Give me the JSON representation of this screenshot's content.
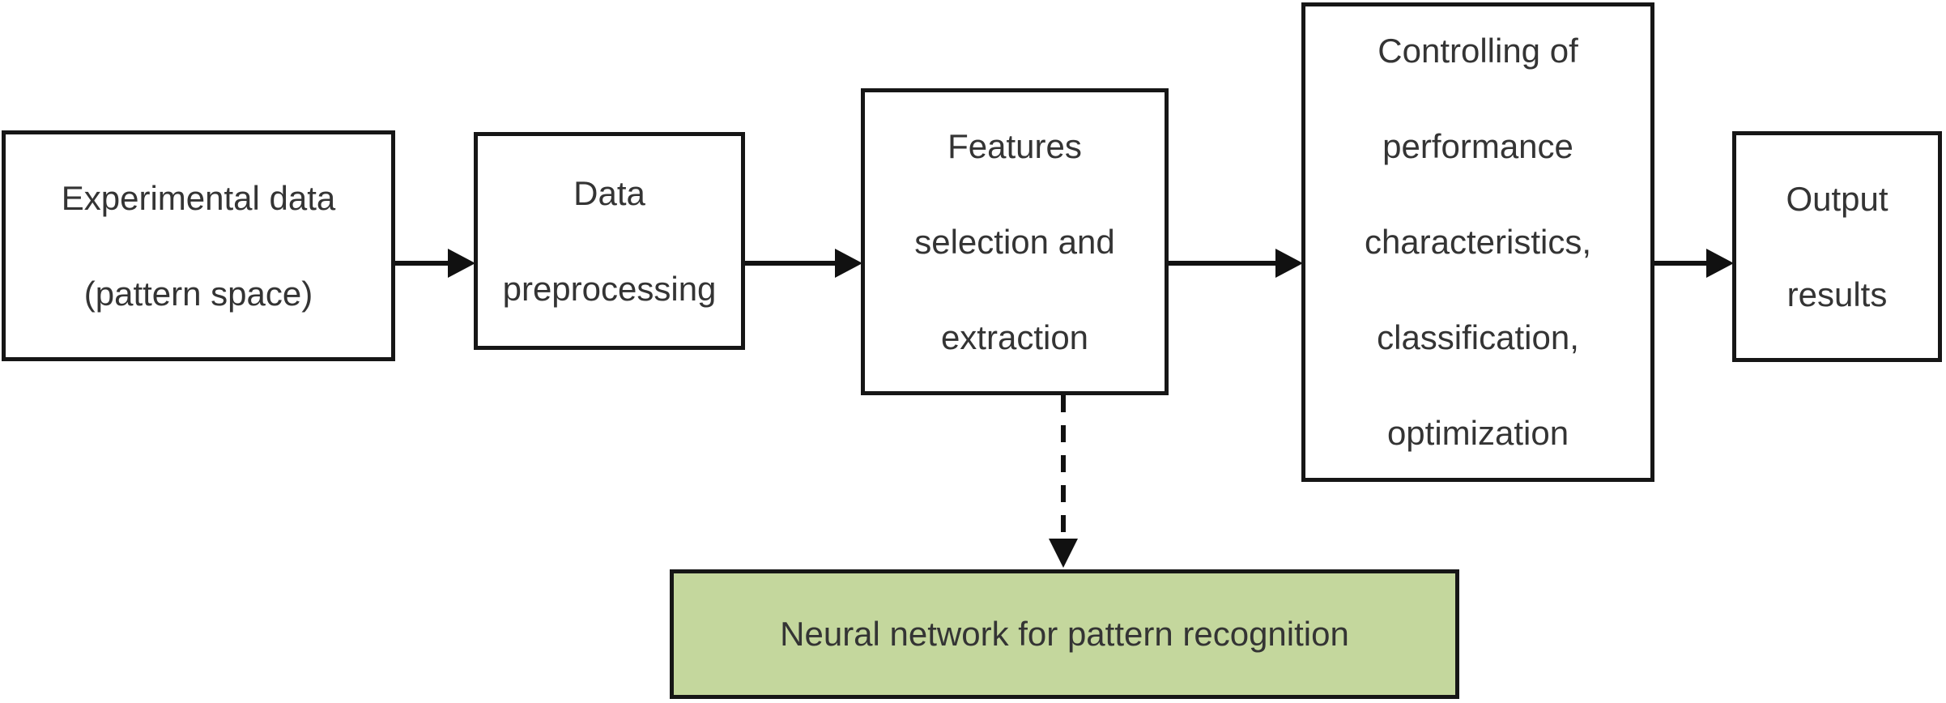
{
  "diagram": {
    "boxes": {
      "experimental_data": {
        "lines": [
          "Experimental data",
          "(pattern space)"
        ]
      },
      "data_preprocessing": {
        "lines": [
          "Data",
          "preprocessing"
        ]
      },
      "features_selection": {
        "lines": [
          "Features",
          "selection and",
          "extraction"
        ]
      },
      "controlling": {
        "lines": [
          "Controlling of",
          "performance",
          "characteristics,",
          "classification,",
          "optimization"
        ]
      },
      "output_results": {
        "lines": [
          "Output",
          "results"
        ]
      },
      "neural_network": {
        "lines": [
          "Neural network for pattern recognition"
        ]
      }
    },
    "colors": {
      "background": "#ffffff",
      "box_fill": "#ffffff",
      "box_border": "#161616",
      "neural_box_fill": "#c4d79d",
      "text": "#343434",
      "arrow": "#111111"
    }
  }
}
